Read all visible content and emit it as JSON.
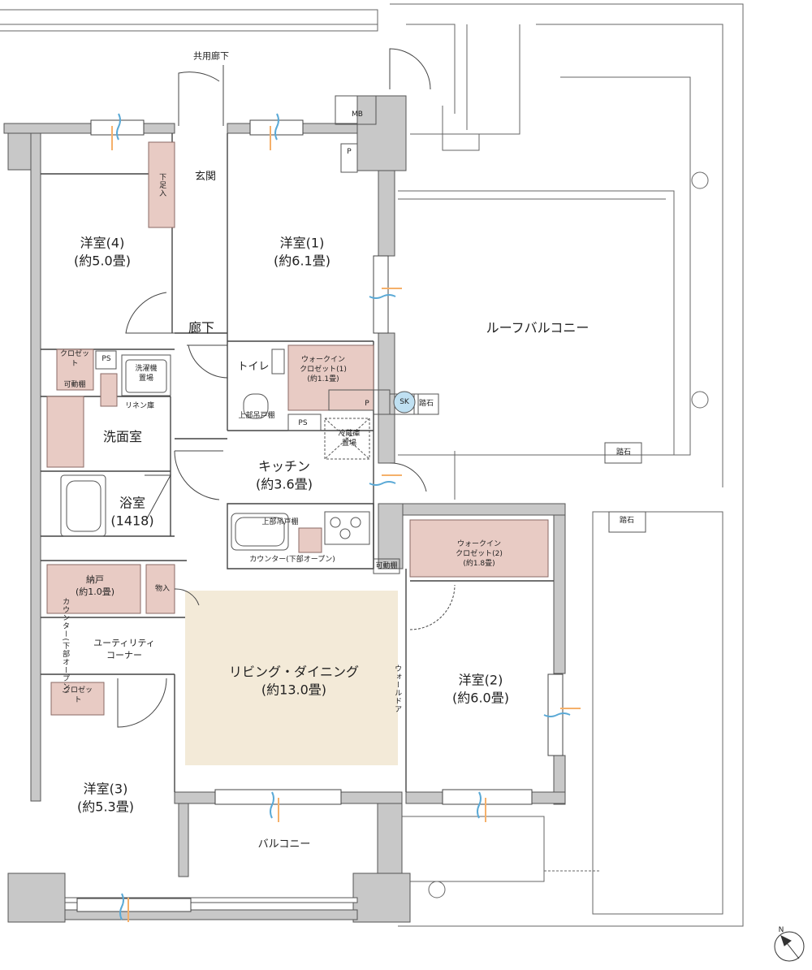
{
  "labels": {
    "common_corridor": "共用廊下",
    "mb": "MB",
    "p_top": "P",
    "p_mid": "P",
    "genkan": "玄関",
    "geta": "下足入",
    "room4_name": "洋室(4)",
    "room4_size": "(約5.0畳)",
    "room1_name": "洋室(1)",
    "room1_size": "(約6.1畳)",
    "corridor": "廊下",
    "roof_balcony": "ルーフバルコニー",
    "toilet": "トイレ",
    "upper_cabinet": "上部吊戸棚",
    "wic1_1": "ウォークイン",
    "wic1_2": "クロゼット(1)",
    "wic1_3": "(約1.1畳)",
    "sk": "SK",
    "stepping_stone_1": "踏石",
    "closet4": "クロゼット",
    "movable_shelf_1": "可動棚",
    "ps1": "PS",
    "ps2": "PS",
    "washer_1": "洗濯機",
    "washer_2": "置場",
    "linen": "リネン庫",
    "washroom": "洗面室",
    "fridge_1": "冷蔵庫",
    "fridge_2": "置場",
    "kitchen_name": "キッチン",
    "kitchen_size": "(約3.6畳)",
    "stepping_stone_2": "踏石",
    "stepping_stone_3": "踏石",
    "bath_name": "浴室",
    "bath_size": "(1418)",
    "upper_cabinet_2": "上部吊戸棚",
    "counter_open": "カウンター(下部オープン)",
    "wic2_1": "ウォークイン",
    "wic2_2": "クロゼット(2)",
    "wic2_3": "(約1.8畳)",
    "movable_shelf_2": "可動棚",
    "storage_name": "納戸",
    "storage_size": "(約1.0畳)",
    "mono": "物入",
    "counter_side": "カウンター(下部オープン)",
    "utility_1": "ユーティリティ",
    "utility_2": "コーナー",
    "ld_name": "リビング・ダイニング",
    "ld_size": "(約13.0畳)",
    "wall_door": "ウォールドア",
    "room2_name": "洋室(2)",
    "room2_size": "(約6.0畳)",
    "closet3": "クロゼット",
    "room3_name": "洋室(3)",
    "room3_size": "(約5.3畳)",
    "balcony": "バルコニー",
    "compass_n": "N"
  },
  "colors": {
    "wall": "#c8c8c8",
    "wall_line": "#555555",
    "storage_fill": "#e8cbc4",
    "living_fill": "#f3ead8",
    "airflow_blue": "#5aa9d6",
    "light_orange": "#f5b06a",
    "sk_fill": "#bfe0f2"
  }
}
